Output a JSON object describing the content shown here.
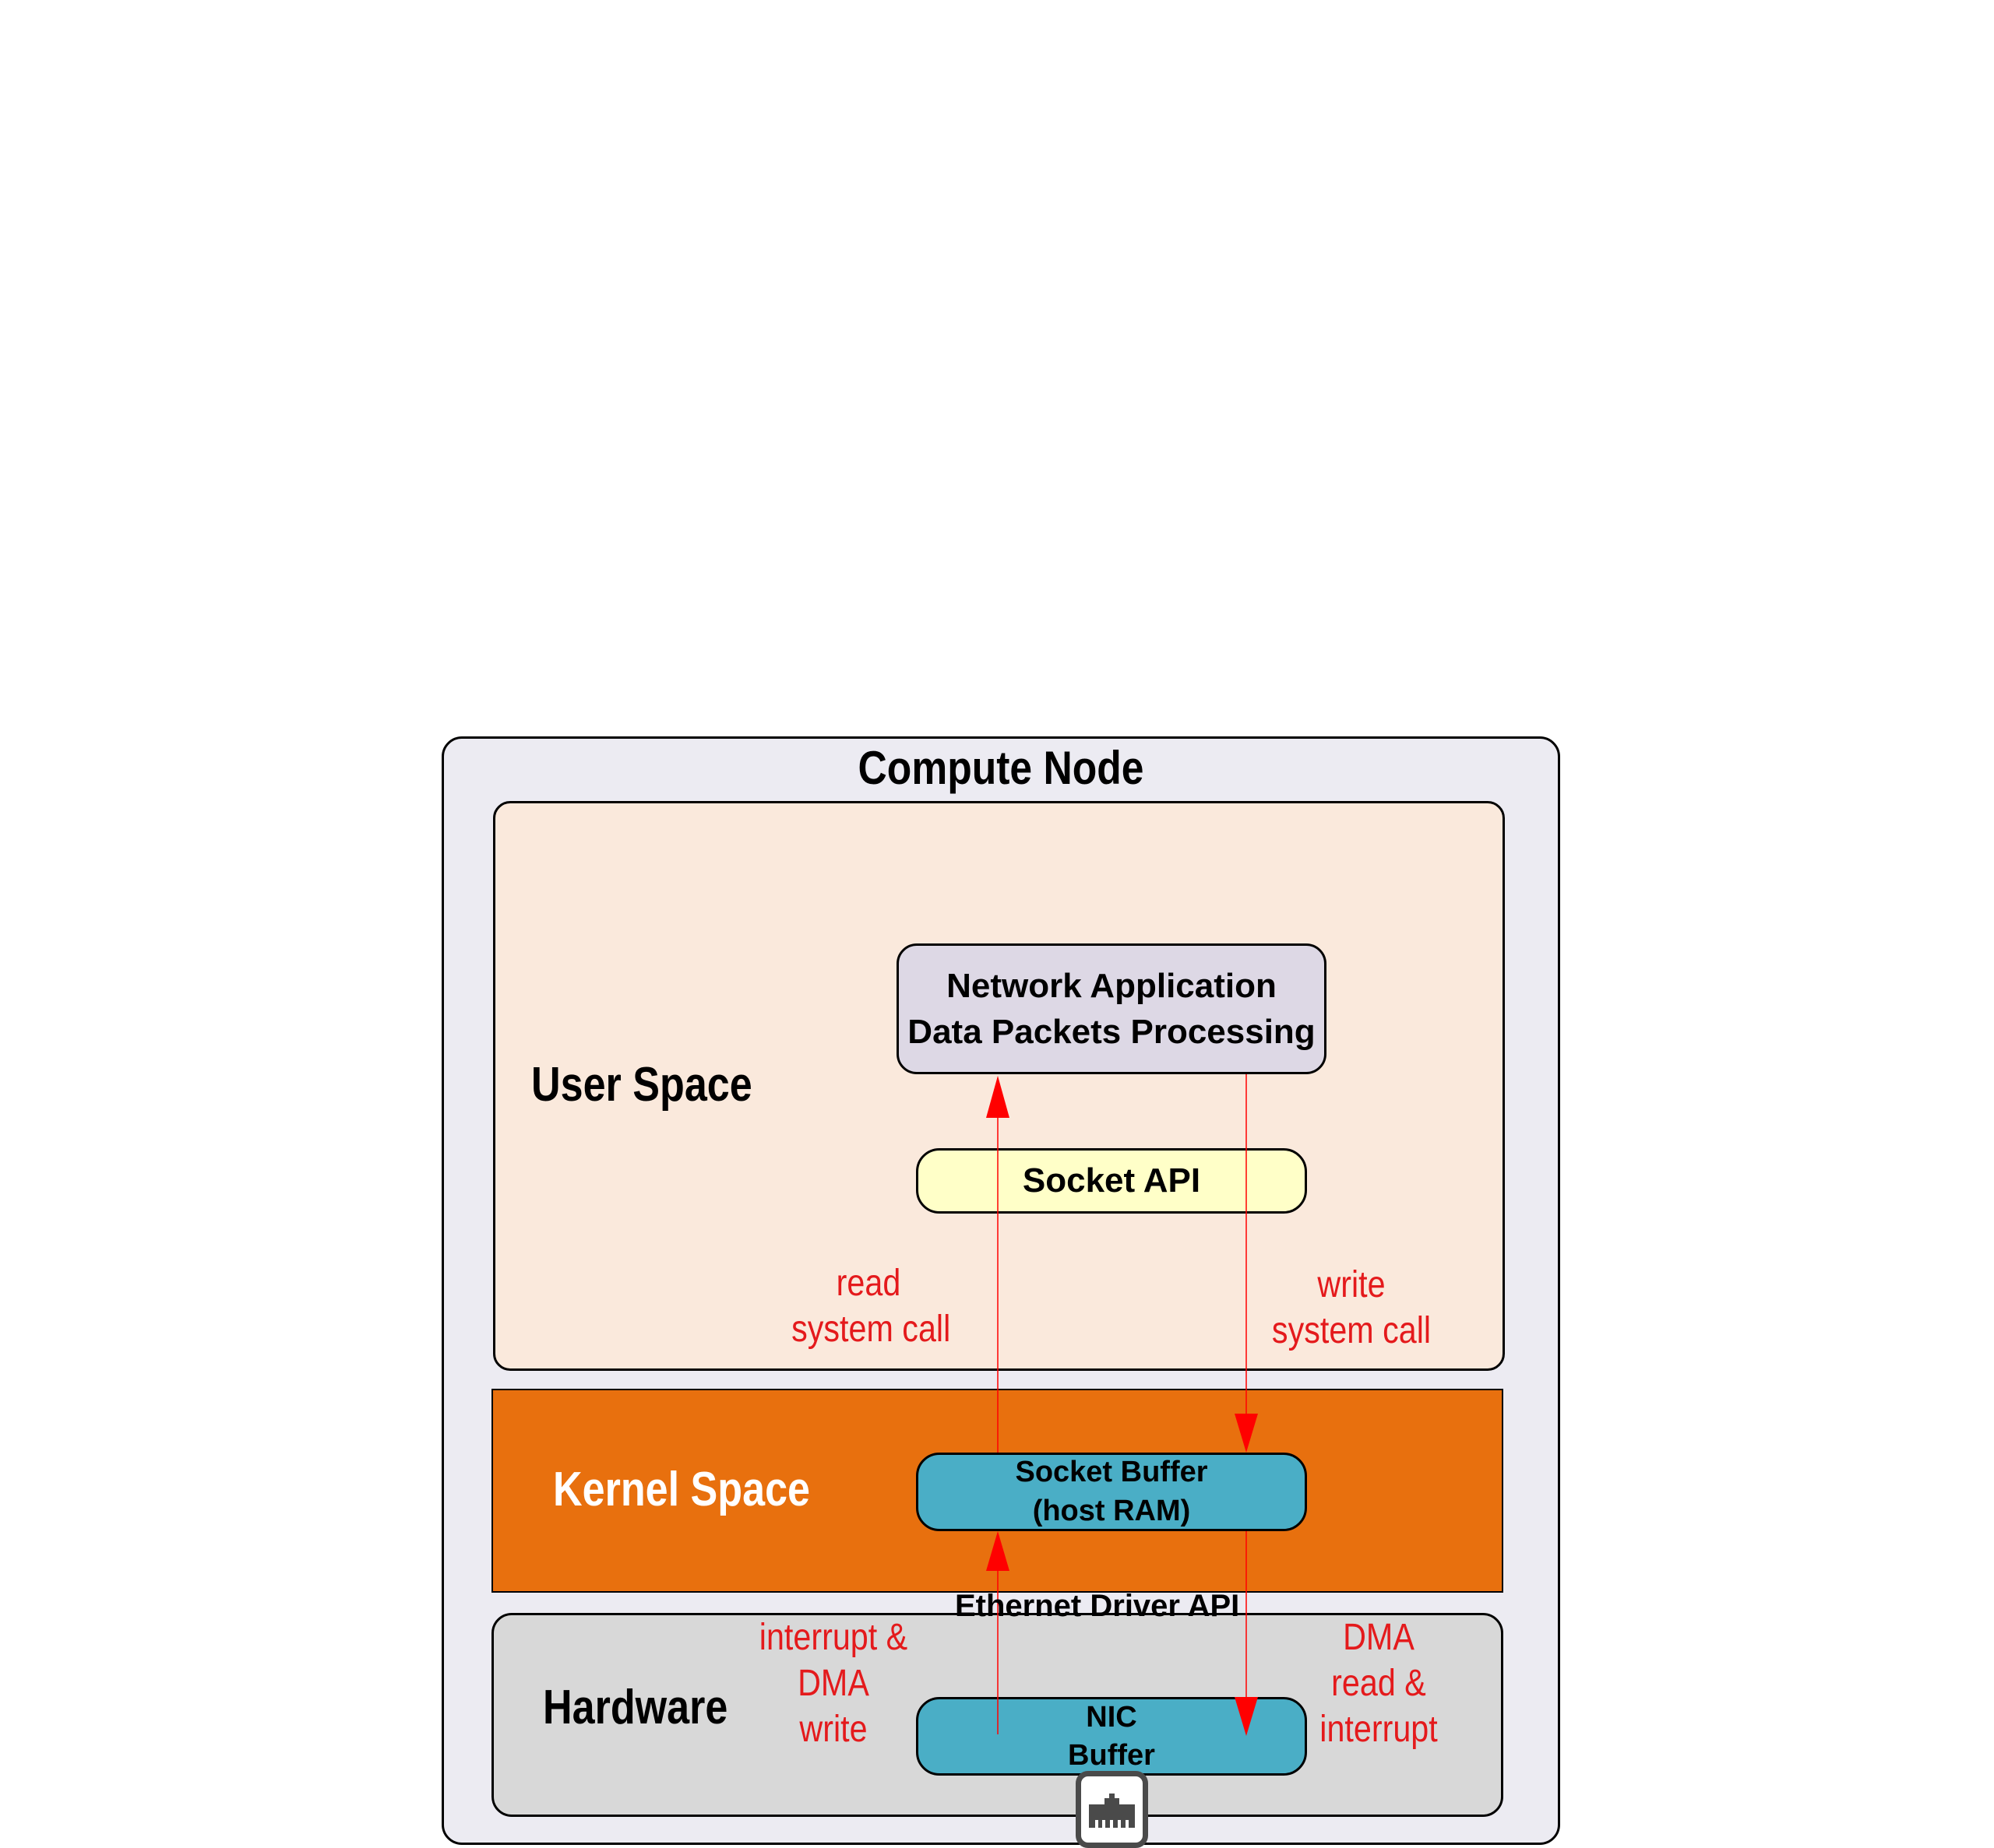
{
  "diagram": {
    "title": "Compute Node",
    "user_space": {
      "label": "User Space",
      "network_app": [
        "Network Application",
        "Data Packets Processing"
      ],
      "socket_api": "Socket API"
    },
    "kernel_space": {
      "label": "Kernel Space",
      "socket_buffer": [
        "Socket Buffer",
        "(host RAM)"
      ]
    },
    "ethernet_driver_api": "Ethernet Driver API",
    "hardware": {
      "label": "Hardware",
      "nic_buffer": [
        "NIC",
        "Buffer"
      ]
    },
    "flows": {
      "read": [
        "read",
        "system call"
      ],
      "write": [
        "write",
        "system call"
      ],
      "interrupt_dma_write": [
        "interrupt &",
        "DMA",
        "write"
      ],
      "dma_read_interrupt": [
        "DMA",
        "read &",
        "interrupt"
      ]
    },
    "colors": {
      "node_fill": "#ecebf2",
      "user_space_fill": "#fae9dc",
      "kernel_space_fill": "#e8700e",
      "hardware_fill": "#d8d8d8",
      "app_fill": "#ddd8e5",
      "socket_api_fill": "#ffffc8",
      "buffer_fill": "#4aaec6",
      "arrow": "#ff0000",
      "flow_text": "#e41a1c"
    },
    "icons": [
      "ethernet-port-icon"
    ]
  }
}
